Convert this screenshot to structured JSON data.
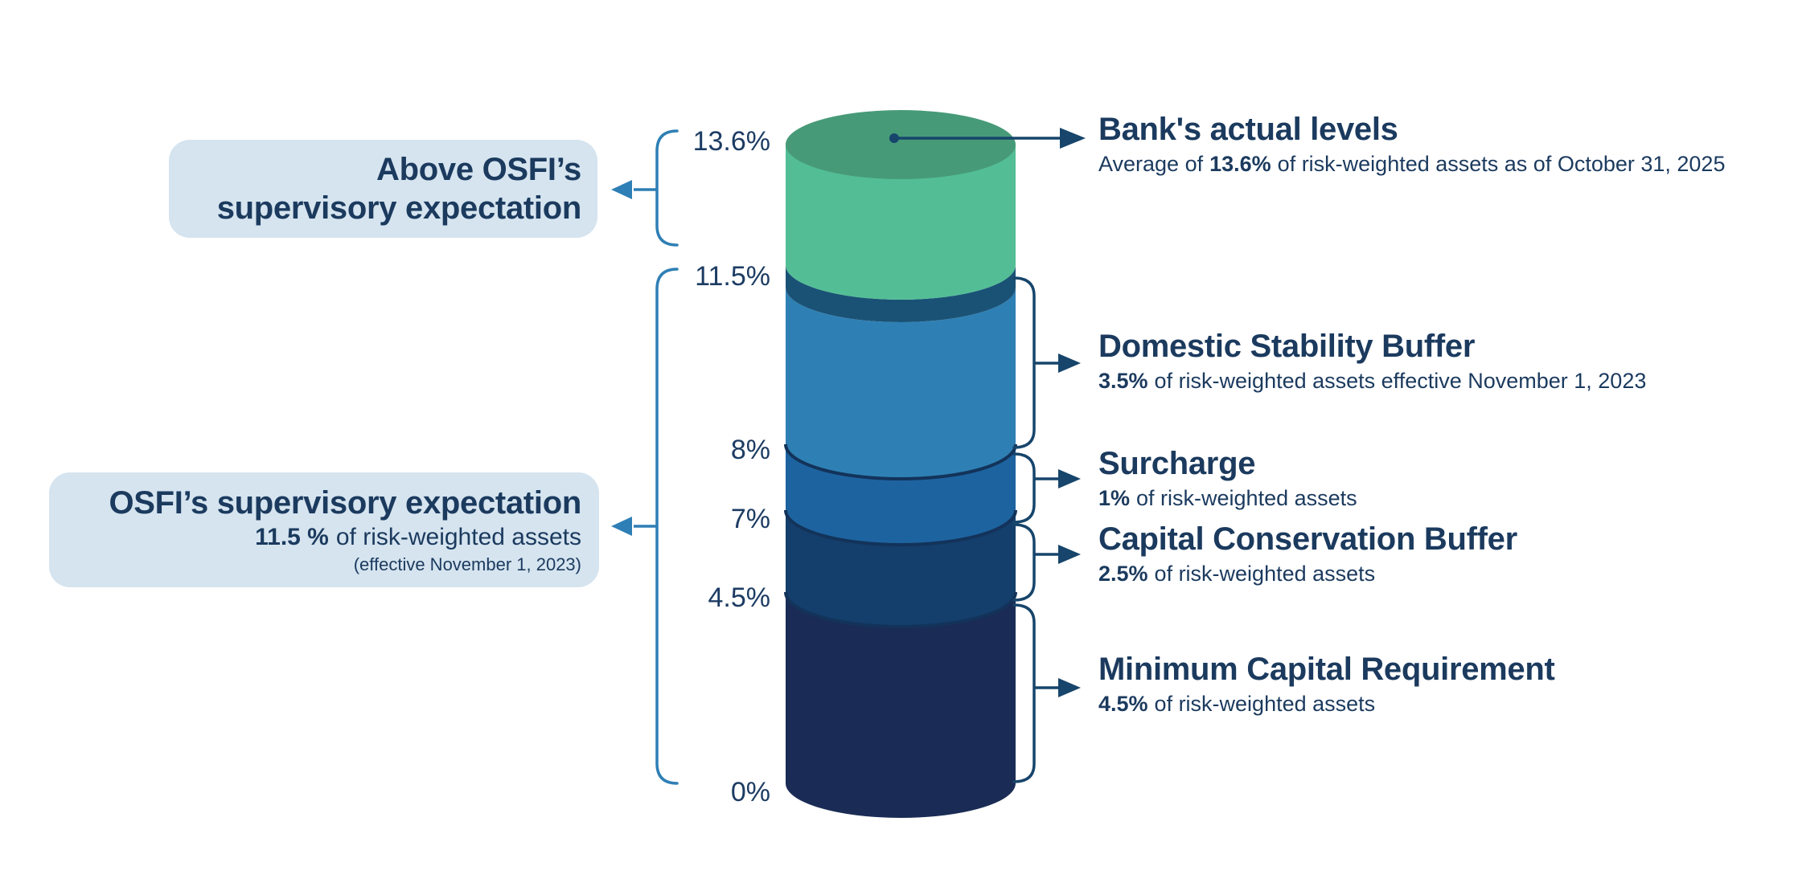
{
  "chart_data": {
    "type": "bar",
    "subtype": "stacked-3d-cylinder",
    "title": "",
    "unit": "percent of risk-weighted assets",
    "yticks": [
      "13.6%",
      "11.5%",
      "8%",
      "7%",
      "4.5%",
      "0%"
    ],
    "segments": [
      {
        "label": "Minimum Capital Requirement",
        "from": 0,
        "to": 4.5,
        "value": 4.5,
        "color": "#1a2c55"
      },
      {
        "label": "Capital Conservation Buffer",
        "from": 4.5,
        "to": 7,
        "value": 2.5,
        "color": "#143e6b"
      },
      {
        "label": "Surcharge",
        "from": 7,
        "to": 8,
        "value": 1,
        "color": "#1d63a0"
      },
      {
        "label": "Domestic Stability Buffer",
        "from": 8,
        "to": 11.5,
        "value": 3.5,
        "color": "#2e80b4"
      },
      {
        "label": "Bank's actual levels above OSFI's supervisory expectation",
        "from": 11.5,
        "to": 13.6,
        "value": 2.1,
        "color": "#53be95"
      }
    ],
    "key_levels": {
      "osfi_supervisory_expectation_pct": 11.5,
      "bank_actual_pct": 13.6
    },
    "colors": {
      "actual_front": "#53be95",
      "actual_top": "#479a78",
      "stack_rim": "#1a5276",
      "dsb_front": "#2e80b4",
      "surcharge_front": "#1d63a0",
      "ccb_front": "#143e6b",
      "min_front": "#1a2c55",
      "boundary_line": "#13335a",
      "left_connector": "#2e7fb5",
      "right_connector": "#17456b",
      "callout_box_bg": "#d5e4ef",
      "text_navy": "#1b3a5e"
    }
  },
  "left_callouts": {
    "above_box": {
      "line1": "Above OSFI’s",
      "line2": "supervisory expectation"
    },
    "expectation_box": {
      "title": "OSFI’s supervisory expectation",
      "value": "11.5 %",
      "value_rest": "of risk-weighted assets",
      "note": "(effective November 1, 2023)"
    }
  },
  "right_callouts": [
    {
      "title": "Bank's actual levels",
      "lead": "Average of",
      "value": "13.6%",
      "rest": "of risk-weighted assets as of October 31, 2025"
    },
    {
      "title": "Domestic Stability Buffer",
      "value": "3.5%",
      "rest": "of risk-weighted assets effective November 1, 2023"
    },
    {
      "title": "Surcharge",
      "value": "1%",
      "rest": "of risk-weighted assets"
    },
    {
      "title": "Capital Conservation Buffer",
      "value": "2.5%",
      "rest": "of risk-weighted assets"
    },
    {
      "title": "Minimum Capital Requirement",
      "value": "4.5%",
      "rest": "of risk-weighted assets"
    }
  ]
}
